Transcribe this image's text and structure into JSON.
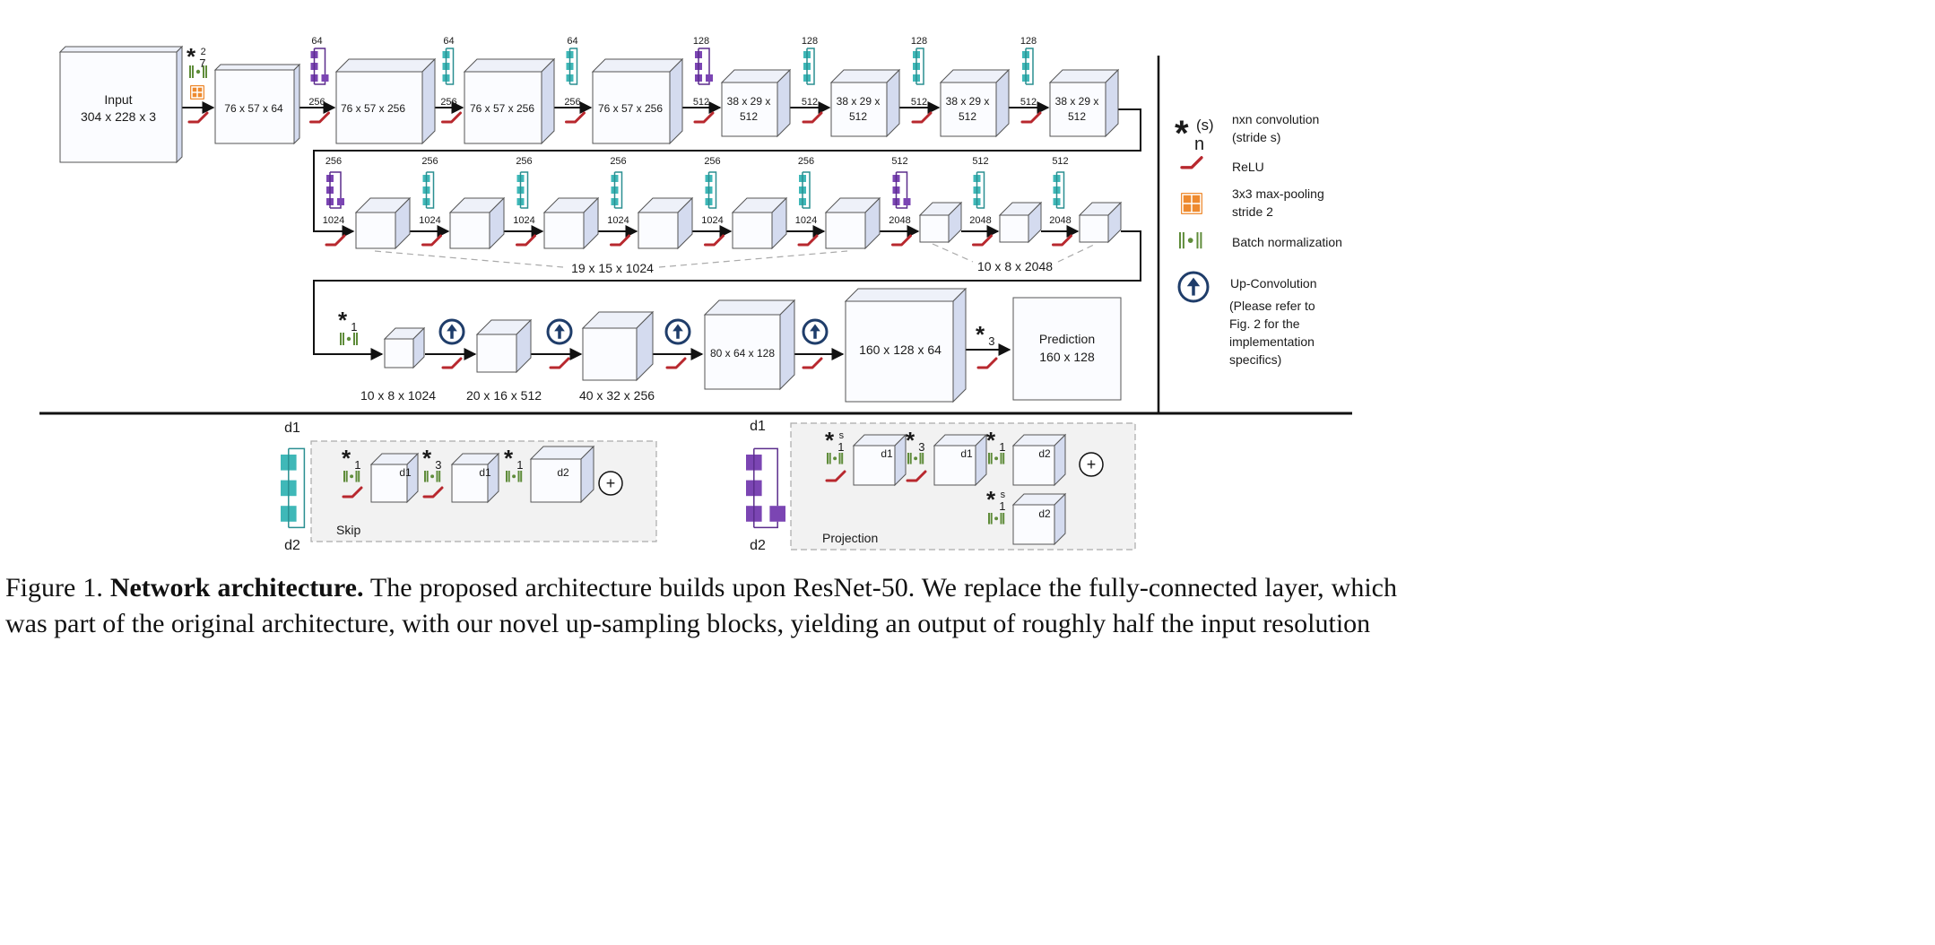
{
  "row1": {
    "input": {
      "title": "Input",
      "size": "304 x 228 x 3"
    },
    "stem_conv": "*",
    "stem_conv_sup": "2",
    "stem_conv_sub": "7",
    "blocks": [
      {
        "label": "76 x 57 x 64"
      },
      {
        "label": "76 x 57 x 256",
        "top": "64",
        "bottom": "256"
      },
      {
        "label": "76 x 57 x 256",
        "top": "64",
        "bottom": "256"
      },
      {
        "label": "76 x 57 x 256",
        "top": "64",
        "bottom": "256"
      },
      {
        "label1": "38 x 29 x",
        "label2": "512",
        "top": "128",
        "bottom": "512"
      },
      {
        "label1": "38 x 29 x",
        "label2": "512",
        "top": "128",
        "bottom": "512"
      },
      {
        "label1": "38 x 29 x",
        "label2": "512",
        "top": "128",
        "bottom": "512"
      },
      {
        "label1": "38 x 29 x",
        "label2": "512",
        "top": "128",
        "bottom": "512"
      }
    ]
  },
  "row2": {
    "modules": [
      {
        "top": "256",
        "bottom": "1024"
      },
      {
        "top": "256",
        "bottom": "1024"
      },
      {
        "top": "256",
        "bottom": "1024"
      },
      {
        "top": "256",
        "bottom": "1024"
      },
      {
        "top": "256",
        "bottom": "1024"
      },
      {
        "top": "256",
        "bottom": "1024"
      },
      {
        "top": "512",
        "bottom": "2048"
      },
      {
        "top": "512",
        "bottom": "2048"
      },
      {
        "top": "512",
        "bottom": "2048"
      }
    ],
    "group1_label": "19 x 15 x 1024",
    "group2_label": "10 x 8 x 2048"
  },
  "row3": {
    "conv1_sub": "1",
    "labels": [
      "10 x 8 x 1024",
      "20 x 16 x 512",
      "40 x 32 x 256"
    ],
    "block4_label": "80 x 64 x 128",
    "block5_label": "160 x 128 x 64",
    "conv3_sub": "3",
    "prediction": {
      "title": "Prediction",
      "size": "160 x 128"
    }
  },
  "legend": {
    "conv_symbol": "*",
    "conv_sub": "n",
    "conv_sup": "(s)",
    "conv_line1": "nxn convolution",
    "conv_line2": "(stride s)",
    "relu": "ReLU",
    "pool_line1": "3x3 max-pooling",
    "pool_line2": "stride 2",
    "bn": "Batch normalization",
    "upconv": "Up-Convolution",
    "upconv_note": [
      "(Please refer to",
      "Fig. 2 for the",
      "implementation",
      "specifics)"
    ]
  },
  "skip_block": {
    "d1": "d1",
    "d2": "d2",
    "name": "Skip",
    "convs": [
      "1",
      "3",
      "1"
    ],
    "boxes": [
      "d1",
      "d1",
      "d2"
    ]
  },
  "projection_block": {
    "d1": "d1",
    "d2": "d2",
    "name": "Projection",
    "convs": [
      "1",
      "3",
      "1"
    ],
    "first_sup": "s",
    "boxes": [
      "d1",
      "d1",
      "d2"
    ],
    "shortcut_sub": "1",
    "shortcut_sup": "s",
    "shortcut_box": "d2"
  },
  "caption": {
    "prefix": "Figure 1. ",
    "bold": "Network architecture.",
    "text": "  The proposed architecture builds upon ResNet-50.  We replace the fully-connected layer, which was part of the original architecture, with our novel up-sampling blocks, yielding an output of roughly half the input resolution"
  },
  "colors": {
    "teal": "#3fb8b8",
    "teal_dark": "#2a8f91",
    "purple": "#7b45b3",
    "purple_dark": "#5b2d8c",
    "relu": "#b8282e",
    "conv_blue": "#2d5aa8",
    "upconv": "#1f3d6a",
    "pool": "#ee8a2f",
    "bn": "#5f8c3a",
    "box_front": "#fbfcff",
    "box_top": "#eef1f9",
    "box_side": "#d4dbef"
  }
}
